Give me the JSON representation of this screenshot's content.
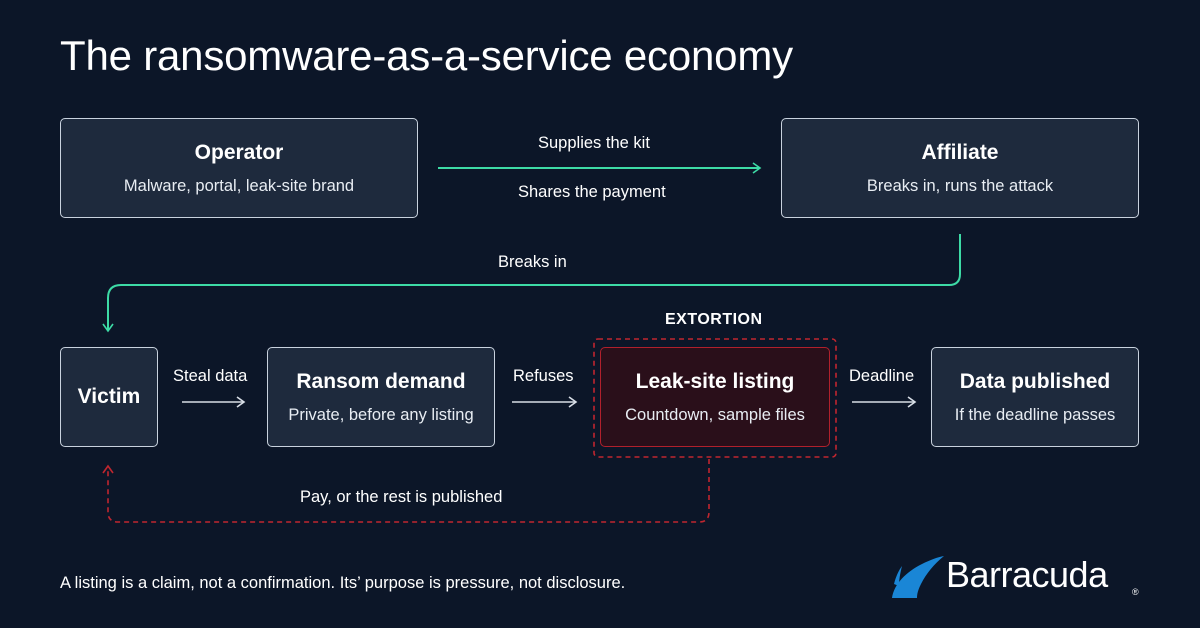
{
  "title": "The ransomware-as-a-service economy",
  "nodes": {
    "operator": {
      "title": "Operator",
      "subtitle": "Malware, portal, leak-site brand"
    },
    "affiliate": {
      "title": "Affiliate",
      "subtitle": "Breaks in, runs the attack"
    },
    "victim": {
      "title": "Victim"
    },
    "ransom": {
      "title": "Ransom demand",
      "subtitle": "Private, before any listing"
    },
    "leaksite": {
      "title": "Leak-site listing",
      "subtitle": "Countdown, sample files"
    },
    "published": {
      "title": "Data published",
      "subtitle": "If the deadline passes"
    }
  },
  "edges": {
    "supplies": "Supplies the kit",
    "shares": "Shares the payment",
    "breaks_in": "Breaks in",
    "steal": "Steal data",
    "refuses": "Refuses",
    "deadline": "Deadline",
    "pay": "Pay, or the rest is published"
  },
  "group_label": "EXTORTION",
  "footnote": "A listing is a claim, not a confirmation. Its’ purpose is pressure, not disclosure.",
  "brand": {
    "name": "Barracuda",
    "mark": "®"
  },
  "colors": {
    "background": "#0c1628",
    "box_fill": "#1e2a3d",
    "box_border": "#c9d2de",
    "teal_arrow": "#3ddba6",
    "red_dashed": "#c0262f",
    "brand_blue": "#1a86d6"
  }
}
